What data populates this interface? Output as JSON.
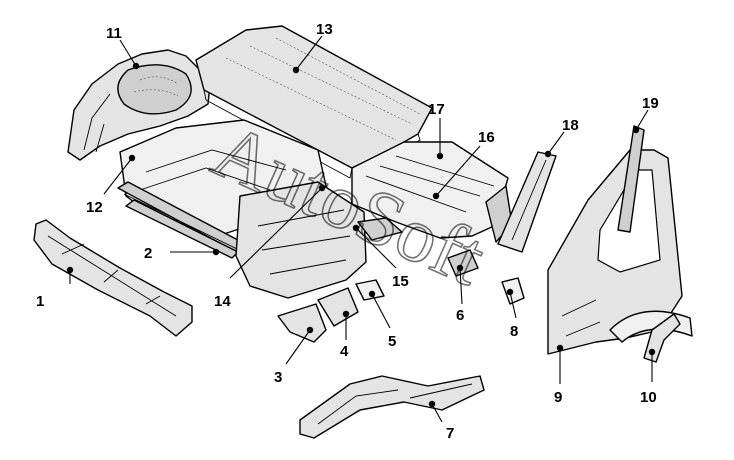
{
  "diagram": {
    "watermark": "AutoSoft",
    "callouts": [
      {
        "id": "1",
        "label": "1"
      },
      {
        "id": "2",
        "label": "2"
      },
      {
        "id": "3",
        "label": "3"
      },
      {
        "id": "4",
        "label": "4"
      },
      {
        "id": "5",
        "label": "5"
      },
      {
        "id": "6",
        "label": "6"
      },
      {
        "id": "7",
        "label": "7"
      },
      {
        "id": "8",
        "label": "8"
      },
      {
        "id": "9",
        "label": "9"
      },
      {
        "id": "10",
        "label": "10"
      },
      {
        "id": "11",
        "label": "11"
      },
      {
        "id": "12",
        "label": "12"
      },
      {
        "id": "13",
        "label": "13"
      },
      {
        "id": "14",
        "label": "14"
      },
      {
        "id": "15",
        "label": "15"
      },
      {
        "id": "16",
        "label": "16"
      },
      {
        "id": "17",
        "label": "17"
      },
      {
        "id": "18",
        "label": "18"
      },
      {
        "id": "19",
        "label": "19"
      }
    ]
  }
}
